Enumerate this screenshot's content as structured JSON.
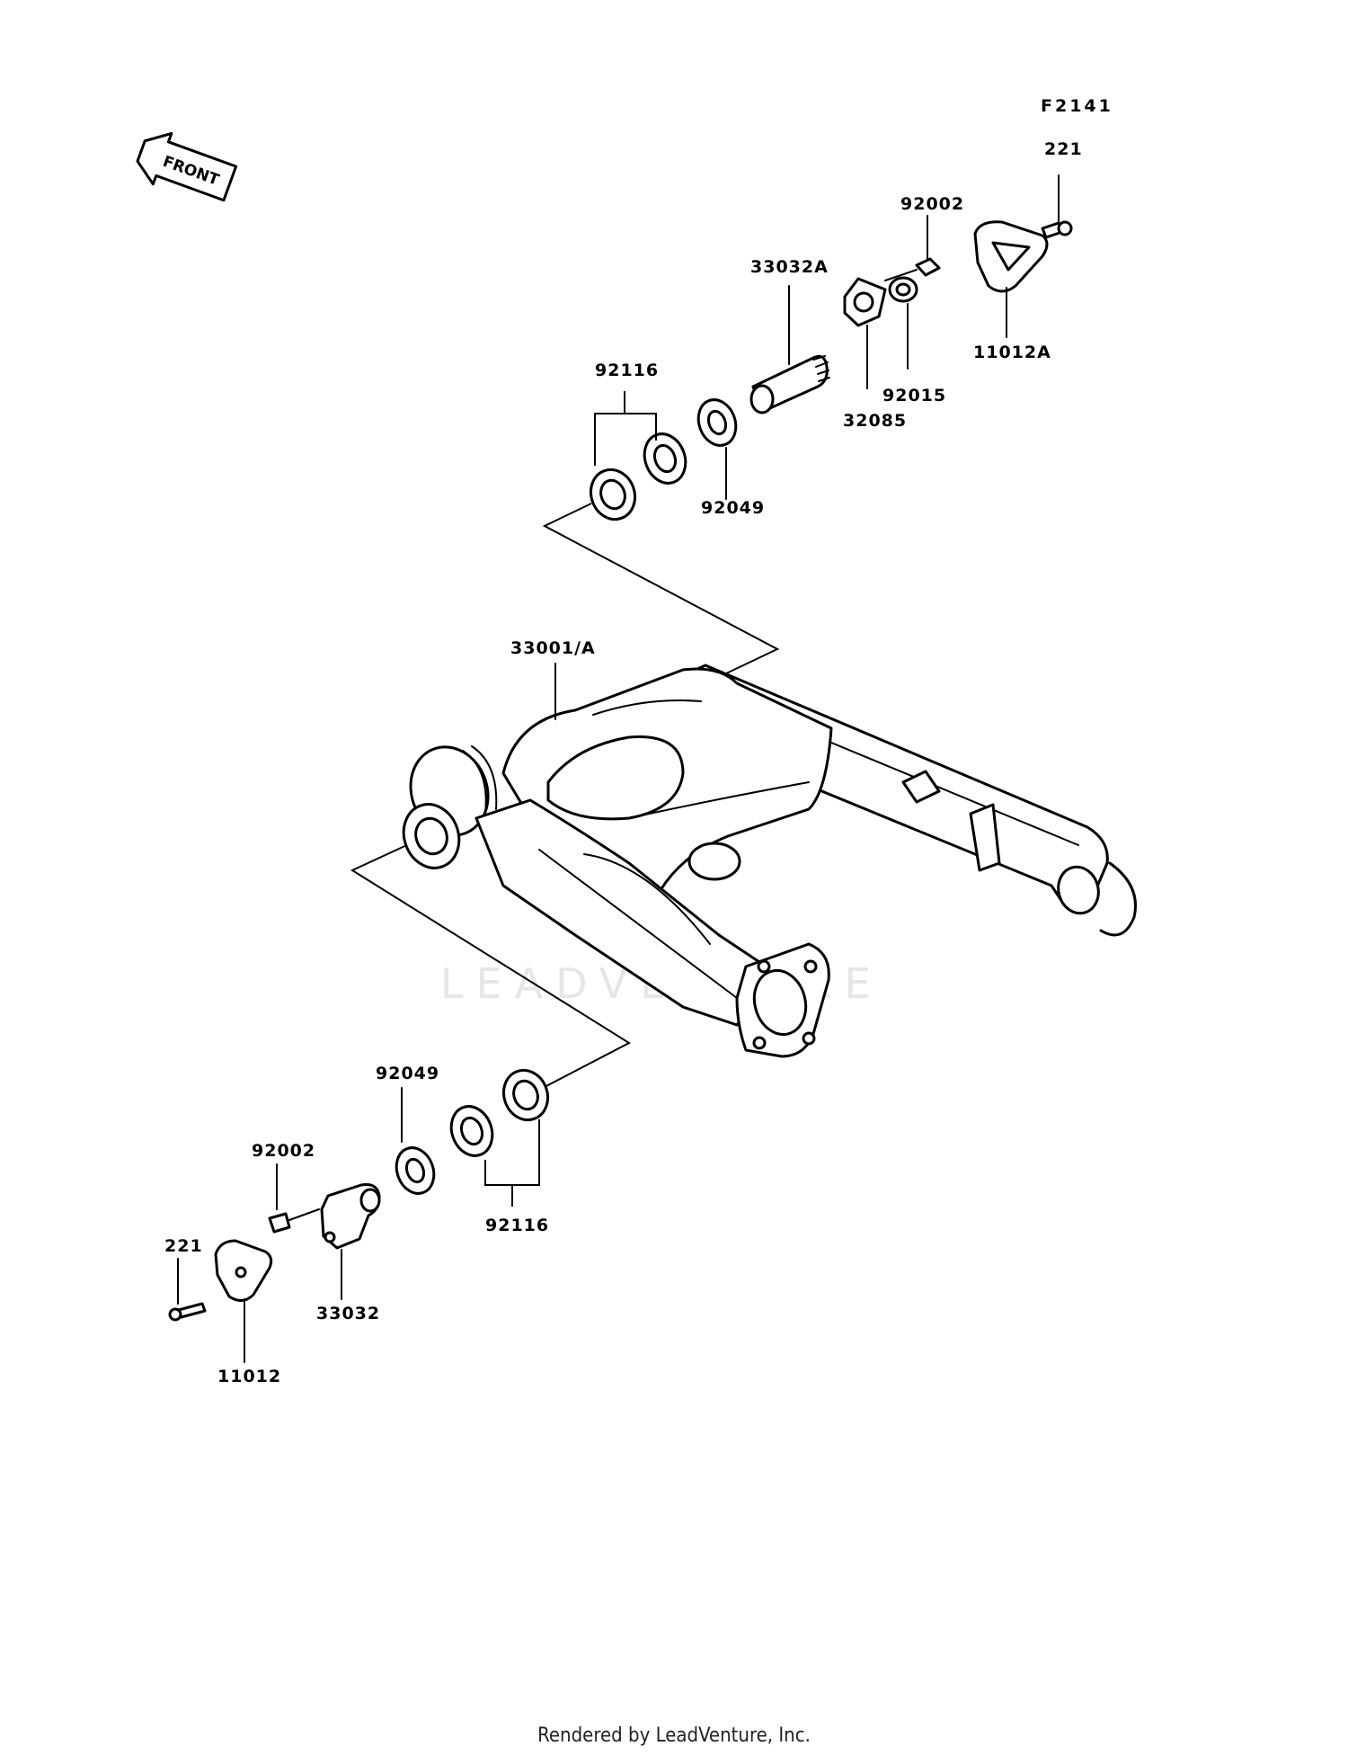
{
  "diagram": {
    "code": "F2141",
    "direction_arrow": "FRONT",
    "watermark": "LEADVENTURE",
    "labels": {
      "p221_top": "221",
      "p92002_top": "92002",
      "p11012A": "11012A",
      "p33032A": "33032A",
      "p92015": "92015",
      "p32085": "32085",
      "p92116_top": "92116",
      "p92049_top": "92049",
      "p33001A": "33001/A",
      "p92049_bottom": "92049",
      "p92002_bottom": "92002",
      "p221_bottom": "221",
      "p92116_bottom": "92116",
      "p33032": "33032",
      "p11012": "11012"
    }
  },
  "footer": {
    "text": "Rendered by LeadVenture, Inc."
  }
}
